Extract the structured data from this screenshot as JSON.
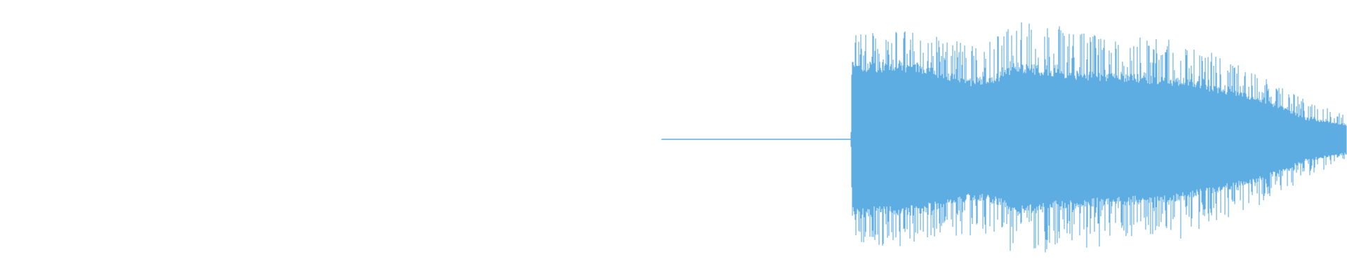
{
  "waveform": {
    "color": "#5dade2",
    "seed": 73,
    "amplitude_envelope": [
      {
        "t": 0.0,
        "level": 0.0
      },
      {
        "t": 0.491,
        "level": 0.0
      },
      {
        "t": 0.492,
        "level": 0.004
      },
      {
        "t": 0.632,
        "level": 0.004
      },
      {
        "t": 0.633,
        "level": 0.56
      },
      {
        "t": 0.68,
        "level": 0.55
      },
      {
        "t": 0.7,
        "level": 0.5
      },
      {
        "t": 0.72,
        "level": 0.44
      },
      {
        "t": 0.74,
        "level": 0.47
      },
      {
        "t": 0.755,
        "level": 0.56
      },
      {
        "t": 0.79,
        "level": 0.5
      },
      {
        "t": 0.83,
        "level": 0.48
      },
      {
        "t": 0.88,
        "level": 0.44
      },
      {
        "t": 0.91,
        "level": 0.37
      },
      {
        "t": 0.935,
        "level": 0.31
      },
      {
        "t": 0.95,
        "level": 0.25
      },
      {
        "t": 0.97,
        "level": 0.16
      },
      {
        "t": 1.0,
        "level": 0.11
      }
    ],
    "peak_envelope": [
      {
        "t": 0.0,
        "level": 0.0
      },
      {
        "t": 0.491,
        "level": 0.0
      },
      {
        "t": 0.492,
        "level": 0.006
      },
      {
        "t": 0.632,
        "level": 0.006
      },
      {
        "t": 0.633,
        "level": 0.82
      },
      {
        "t": 0.68,
        "level": 0.82
      },
      {
        "t": 0.7,
        "level": 0.76
      },
      {
        "t": 0.72,
        "level": 0.72
      },
      {
        "t": 0.74,
        "level": 0.8
      },
      {
        "t": 0.755,
        "level": 0.9
      },
      {
        "t": 0.79,
        "level": 0.86
      },
      {
        "t": 0.83,
        "level": 0.78
      },
      {
        "t": 0.88,
        "level": 0.76
      },
      {
        "t": 0.91,
        "level": 0.6
      },
      {
        "t": 0.935,
        "level": 0.5
      },
      {
        "t": 0.95,
        "level": 0.4
      },
      {
        "t": 0.97,
        "level": 0.3
      },
      {
        "t": 1.0,
        "level": 0.18
      }
    ]
  }
}
